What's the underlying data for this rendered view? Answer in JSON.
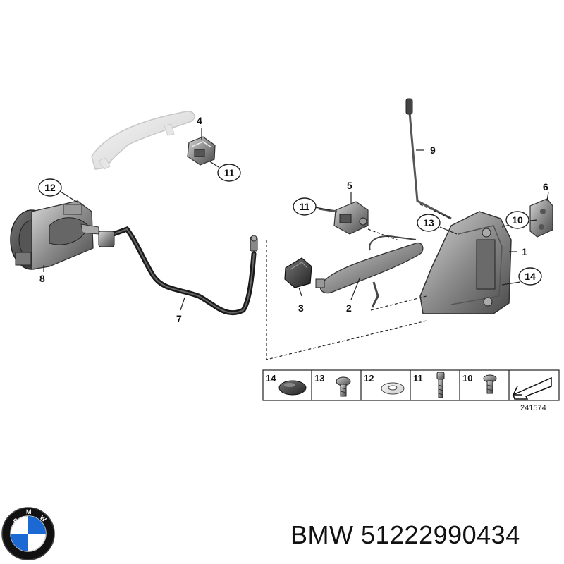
{
  "diagram": {
    "callouts": [
      {
        "id": "c1",
        "label": "1"
      },
      {
        "id": "c2",
        "label": "2"
      },
      {
        "id": "c3",
        "label": "3"
      },
      {
        "id": "c4",
        "label": "4"
      },
      {
        "id": "c5",
        "label": "5"
      },
      {
        "id": "c6",
        "label": "6"
      },
      {
        "id": "c7",
        "label": "7"
      },
      {
        "id": "c8",
        "label": "8"
      },
      {
        "id": "c9",
        "label": "9"
      },
      {
        "id": "c10",
        "label": "10"
      },
      {
        "id": "c11a",
        "label": "11"
      },
      {
        "id": "c11b",
        "label": "11"
      },
      {
        "id": "c12",
        "label": "12"
      },
      {
        "id": "c13",
        "label": "13"
      },
      {
        "id": "c14",
        "label": "14"
      }
    ],
    "legend": [
      {
        "label": "14",
        "icon": "plug-cap-icon"
      },
      {
        "label": "13",
        "icon": "torx-screw-icon"
      },
      {
        "label": "12",
        "icon": "spring-washer-icon"
      },
      {
        "label": "11",
        "icon": "bolt-icon"
      },
      {
        "label": "10",
        "icon": "short-screw-icon"
      },
      {
        "label": "",
        "icon": "arrow-icon"
      }
    ],
    "reference_number": "241574"
  },
  "brand": {
    "logo_letters": "BMW",
    "logo_colors": {
      "blue": "#1c69d4",
      "ring": "#111111",
      "white": "#ffffff"
    }
  },
  "caption": {
    "text": "BMW 51222990434"
  }
}
